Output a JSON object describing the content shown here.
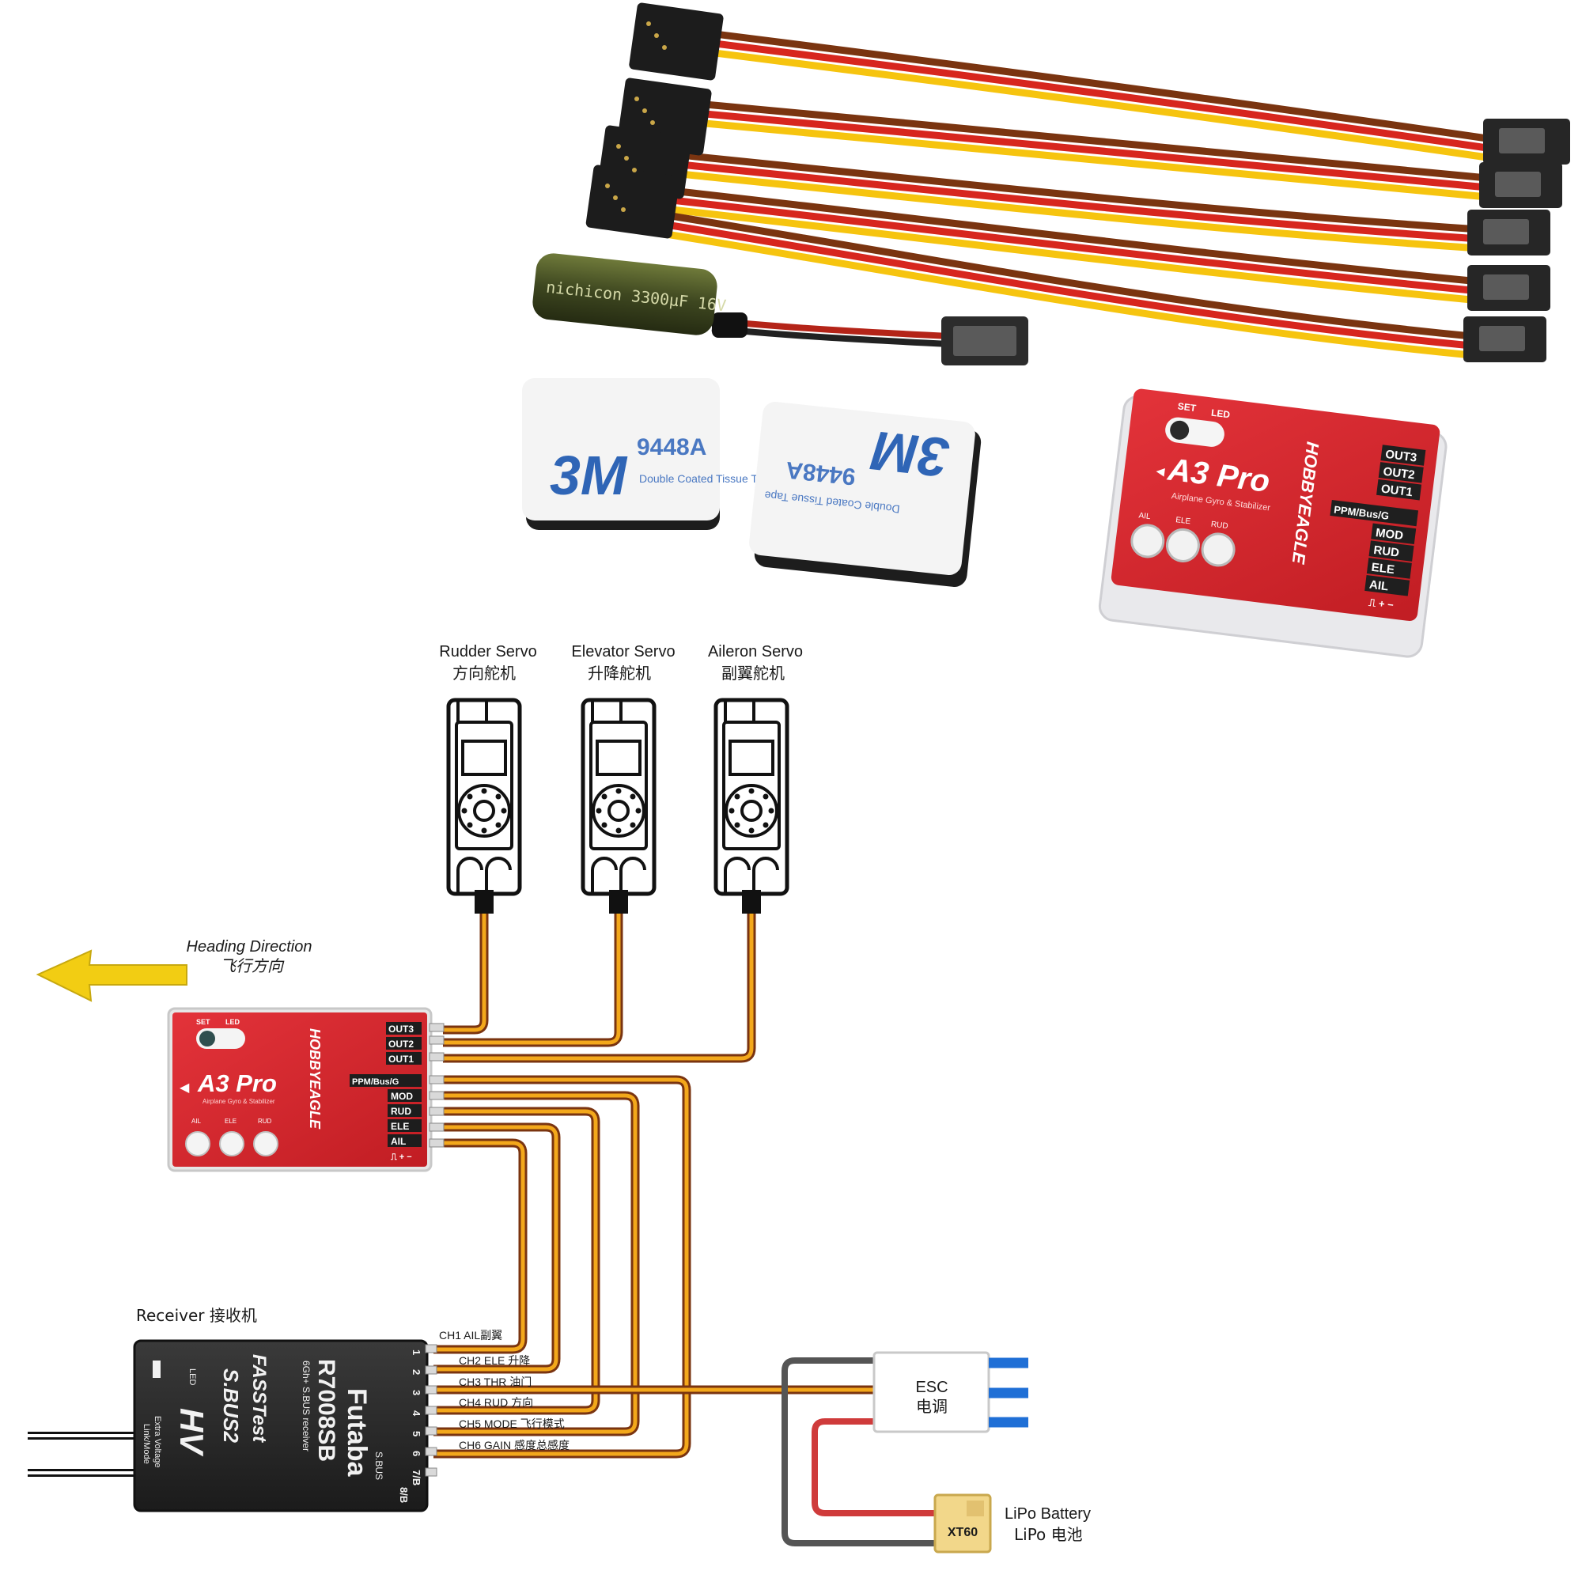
{
  "photo": {
    "capacitor_text": "nichicon 3300μF 16V",
    "tape_1": {
      "brand": "3M",
      "model": "9448A",
      "text": "Double Coated Tissue Tape"
    },
    "tape_2": {
      "brand": "3M",
      "model": "9448A",
      "text": "Double Coated Tissue Tape"
    },
    "module": {
      "logo": "A3 Pro",
      "subtitle": "Airplane Gyro & Stabilizer",
      "brand": "HOBBYEAGLE",
      "set_label": "SET",
      "led_label": "LED",
      "pots": [
        "AIL",
        "ELE",
        "RUD"
      ],
      "ports_top": [
        "OUT3",
        "OUT2",
        "OUT1"
      ],
      "ports_bottom": [
        "PPM/Bus/G",
        "MOD",
        "RUD",
        "ELE",
        "AIL"
      ],
      "pin_legend": "⎍ + −"
    }
  },
  "diagram": {
    "servos": [
      {
        "name_en": "Rudder Servo",
        "name_cn": "方向舵机"
      },
      {
        "name_en": "Elevator Servo",
        "name_cn": "升降舵机"
      },
      {
        "name_en": "Aileron Servo",
        "name_cn": "副翼舵机"
      }
    ],
    "heading": {
      "en": "Heading Direction",
      "cn": "飞行方向"
    },
    "gyro": {
      "logo": "A3 Pro",
      "subtitle": "Airplane Gyro & Stabilizer",
      "brand": "HOBBYEAGLE",
      "set_label": "SET",
      "led_label": "LED",
      "pots": [
        "AIL",
        "ELE",
        "RUD"
      ],
      "ports_top": [
        "OUT3",
        "OUT2",
        "OUT1"
      ],
      "ports_bottom": [
        "PPM/Bus/G",
        "MOD",
        "RUD",
        "ELE",
        "AIL"
      ],
      "pin_legend": "⎍ + −"
    },
    "receiver": {
      "label": "Receiver 接收机",
      "brand": "Futaba",
      "model": "R7008SB",
      "model_sub": "6Gh+ S.BUS receiver",
      "fasst": "FASSTest",
      "sbus": "S.BUS2",
      "hv": "HV",
      "extra": "Extra Voltage",
      "link": "Link/Mode",
      "led": "LED",
      "sbus_port": "S.BUS",
      "port_numbers": [
        "1",
        "2",
        "3",
        "4",
        "5",
        "6",
        "7/B",
        "8/B"
      ],
      "channels": [
        "CH1 AIL副翼",
        "CH2 ELE 升降",
        "CH3 THR 油门",
        "CH4 RUD 方向",
        "CH5 MODE 飞行模式",
        "CH6 GAIN 感度总感度"
      ]
    },
    "esc": {
      "en": "ESC",
      "cn": "电调"
    },
    "battery": {
      "en": "LiPo Battery",
      "cn": "LiPo 电池",
      "connector": "XT60"
    }
  },
  "colors": {
    "wire_orange": "#f3a81b",
    "wire_brown": "#7a3410",
    "wire_yellow": "#f6c40f",
    "wire_red": "#d7261e",
    "module_red": "#d6232a",
    "arrow_yellow": "#f2cd13",
    "esc_blue": "#1f6fd6"
  }
}
